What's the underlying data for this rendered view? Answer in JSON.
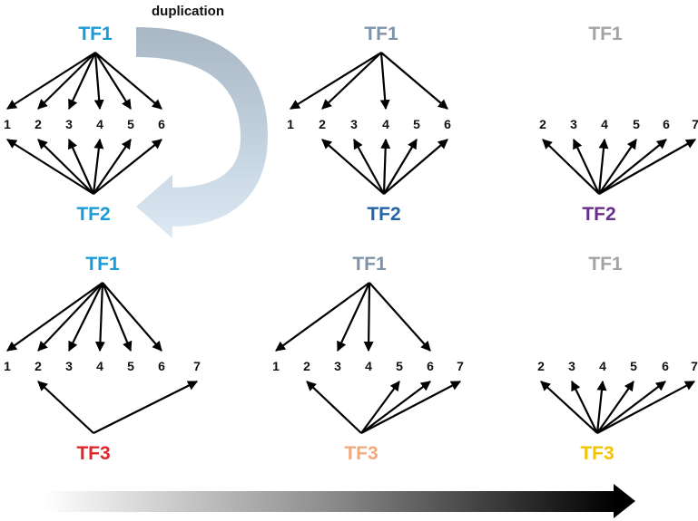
{
  "colors": {
    "tf1_blue": "#1a9bd7",
    "tf1_greyblue": "#7f93a8",
    "tf1_grey": "#a3a3a3",
    "tf2_blue": "#1a9bd7",
    "tf2_darkblue": "#2364a8",
    "tf2_purple": "#6a2f8e",
    "tf3_red": "#e1262b",
    "tf3_salmon": "#f2aa7c",
    "tf3_yellow": "#f5c400",
    "edge": "#000000"
  },
  "duplication_label": "duplication",
  "panels": [
    {
      "regulator": {
        "label": "TF1",
        "color": "#1a9bd7"
      },
      "targets": [
        "1",
        "2",
        "3",
        "4",
        "5",
        "6"
      ],
      "regulator_edges": [
        "1",
        "2",
        "3",
        "4",
        "5",
        "6"
      ],
      "partner": {
        "label": "TF2",
        "color": "#1a9bd7"
      },
      "partner_edges": [
        "1",
        "2",
        "3",
        "4",
        "5",
        "6"
      ]
    },
    {
      "regulator": {
        "label": "TF1",
        "color": "#7f93a8"
      },
      "targets": [
        "1",
        "2",
        "3",
        "4",
        "5",
        "6"
      ],
      "regulator_edges": [
        "1",
        "2",
        "4",
        "6"
      ],
      "partner": {
        "label": "TF2",
        "color": "#2364a8"
      },
      "partner_edges": [
        "2",
        "3",
        "4",
        "5",
        "6"
      ]
    },
    {
      "regulator": {
        "label": "TF1",
        "color": "#a3a3a3"
      },
      "targets": [
        "2",
        "3",
        "4",
        "5",
        "6",
        "7"
      ],
      "regulator_edges": [],
      "partner": {
        "label": "TF2",
        "color": "#6a2f8e"
      },
      "partner_edges": [
        "2",
        "3",
        "4",
        "5",
        "6",
        "7"
      ]
    },
    {
      "regulator": {
        "label": "TF1",
        "color": "#1a9bd7"
      },
      "targets": [
        "1",
        "2",
        "3",
        "4",
        "5",
        "6",
        "7"
      ],
      "regulator_edges": [
        "1",
        "2",
        "3",
        "4",
        "5",
        "6"
      ],
      "partner": {
        "label": "TF3",
        "color": "#e1262b"
      },
      "partner_edges": [
        "2",
        "7"
      ]
    },
    {
      "regulator": {
        "label": "TF1",
        "color": "#7f93a8"
      },
      "targets": [
        "1",
        "2",
        "3",
        "4",
        "5",
        "6",
        "7"
      ],
      "regulator_edges": [
        "1",
        "3",
        "4",
        "6"
      ],
      "partner": {
        "label": "TF3",
        "color": "#f2aa7c"
      },
      "partner_edges": [
        "2",
        "5",
        "6",
        "7"
      ]
    },
    {
      "regulator": {
        "label": "TF1",
        "color": "#a3a3a3"
      },
      "targets": [
        "2",
        "3",
        "4",
        "5",
        "6",
        "7"
      ],
      "regulator_edges": [],
      "partner": {
        "label": "TF3",
        "color": "#f5c400"
      },
      "partner_edges": [
        "2",
        "3",
        "4",
        "5",
        "6",
        "7"
      ]
    }
  ]
}
